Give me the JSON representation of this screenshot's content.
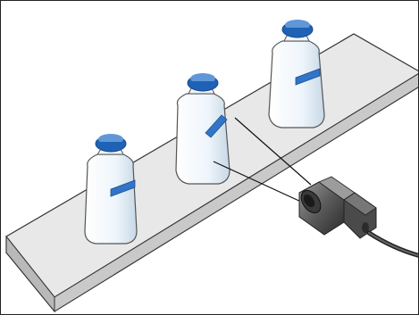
{
  "figure": {
    "description_text": "",
    "colors": {
      "background": "#ffffff",
      "frame": "#222222",
      "conveyor_top": "#e8e8e8",
      "conveyor_edge": "#b9b9b9",
      "conveyor_stroke": "#333333",
      "bottle_body": "#eef5fb",
      "bottle_shadow": "#c7d8e6",
      "bottle_stroke": "#555555",
      "cap_fill": "#1f62b5",
      "cap_top": "#5f97d8",
      "cap_dark": "#154a8a",
      "label_fill": "#3175c9",
      "sensor_body": "#4a4a4a",
      "sensor_light": "#8a8a8a",
      "sensor_dark": "#222222",
      "beam_line": "#111111"
    },
    "objects": {
      "conveyor": "conveyor-belt",
      "bottles": [
        "bottle-left",
        "bottle-middle-rotated-label",
        "bottle-right"
      ],
      "sensor": "camera-sensor",
      "cable": "sensor-cable",
      "beams": [
        "beam-upper",
        "beam-lower"
      ]
    }
  }
}
